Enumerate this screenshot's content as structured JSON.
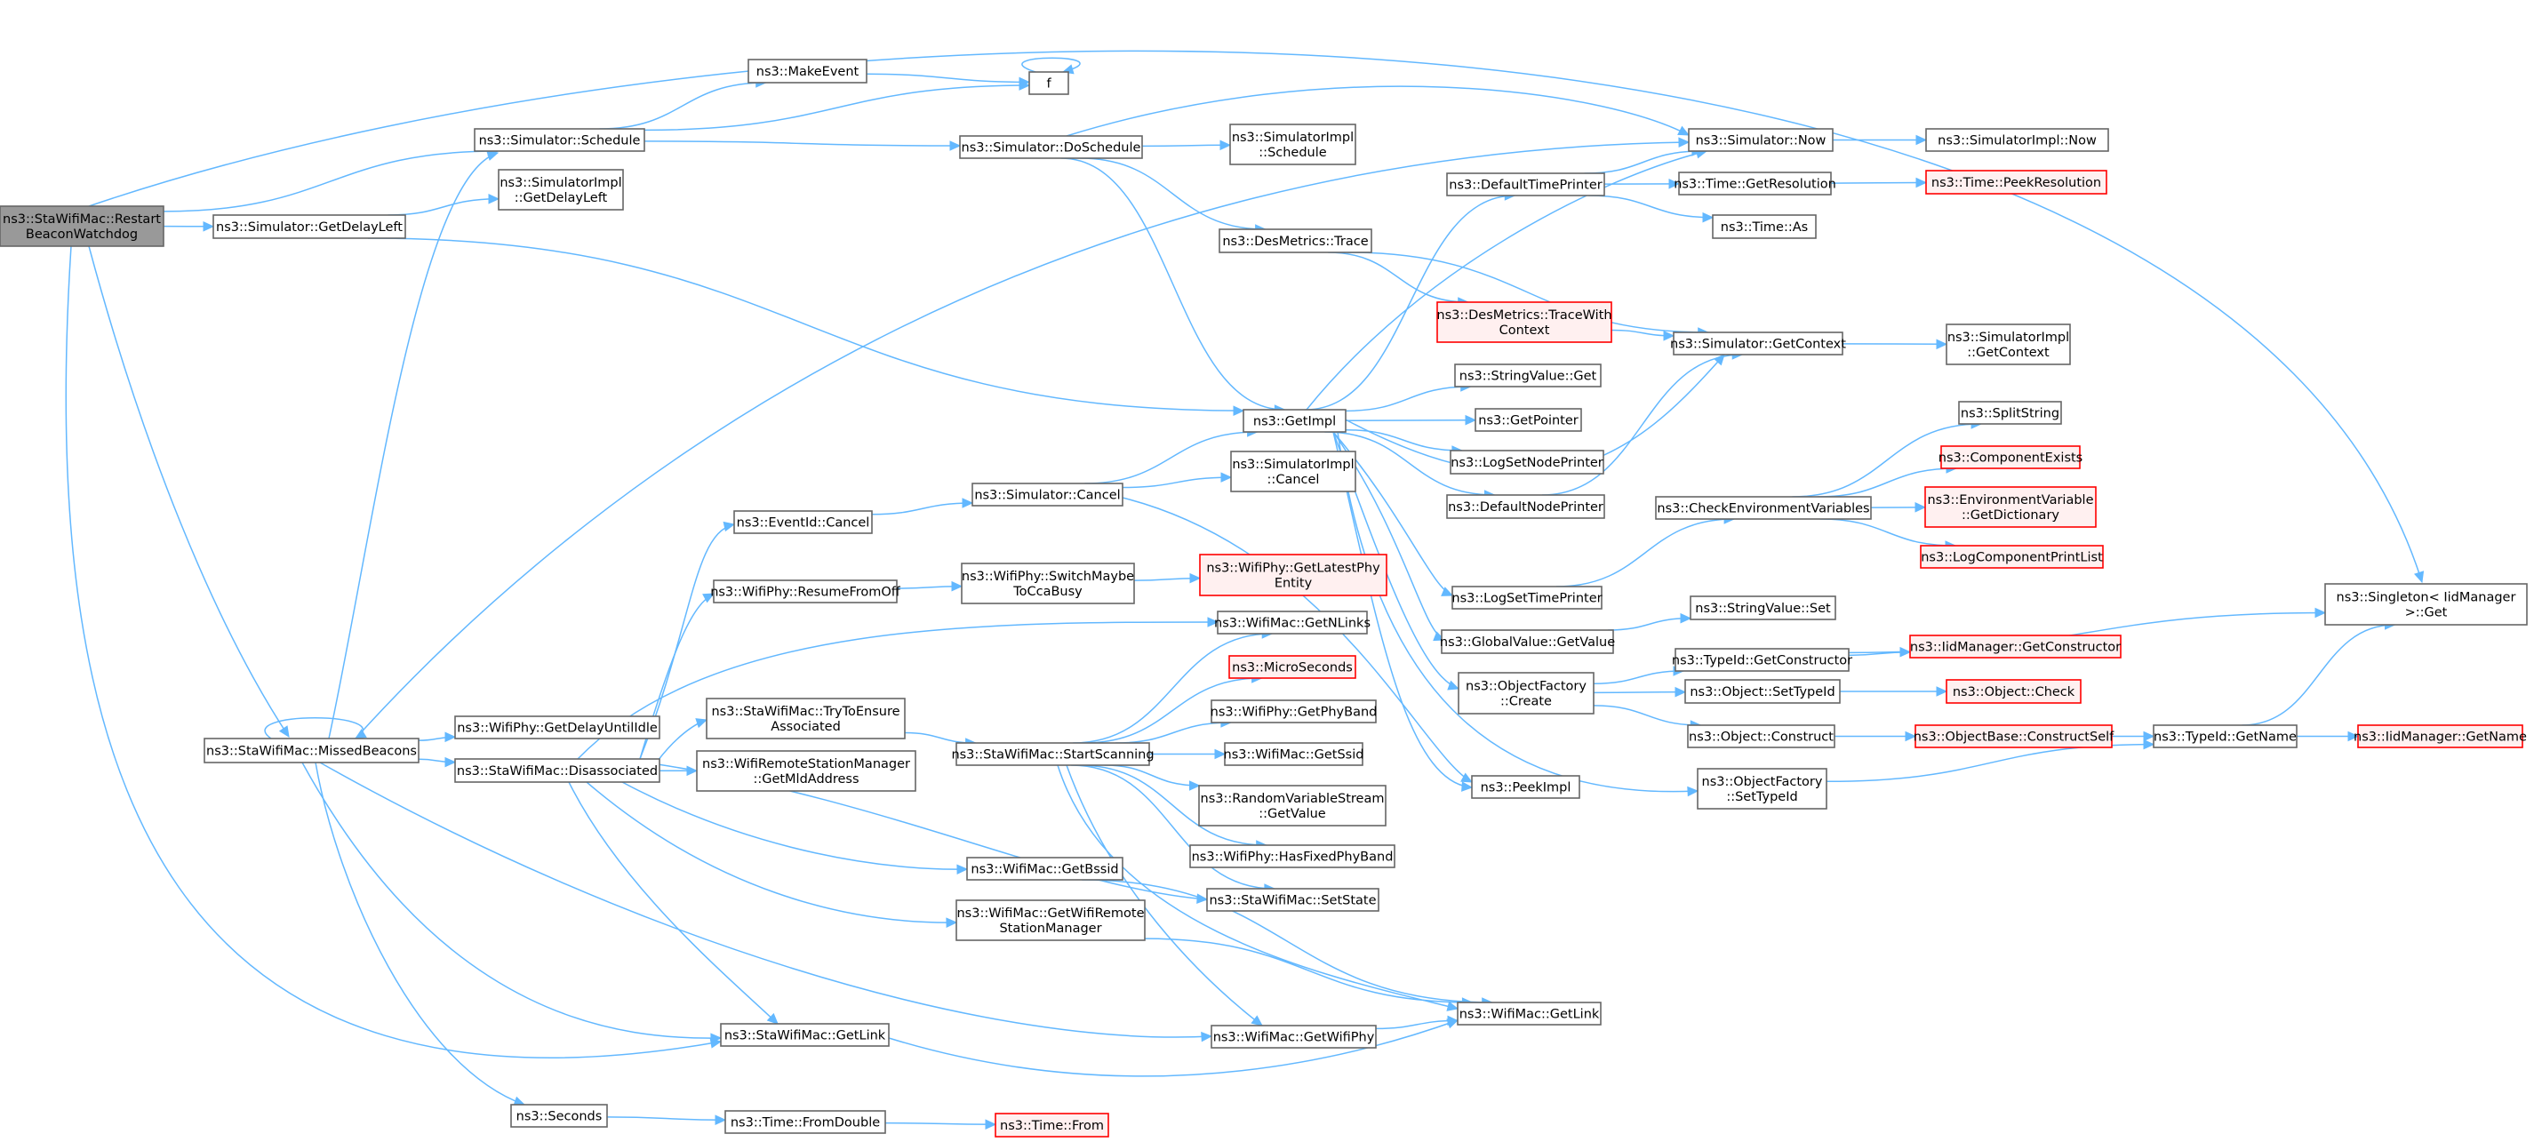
{
  "colors": {
    "edge": "#63b8ff",
    "root_fill": "#999999",
    "border": "#666666",
    "red_border": "#ff0000",
    "red_fill": "#fff0f0"
  },
  "nodes": [
    {
      "id": "root",
      "lines": [
        "ns3::StaWifiMac::Restart",
        "BeaconWatchdog"
      ],
      "style": "root"
    },
    {
      "id": "schedule",
      "lines": [
        "ns3::Simulator::Schedule"
      ],
      "style": "normal"
    },
    {
      "id": "getdelayleft",
      "lines": [
        "ns3::Simulator::GetDelayLeft"
      ],
      "style": "normal"
    },
    {
      "id": "missedbeacons",
      "lines": [
        "ns3::StaWifiMac::MissedBeacons"
      ],
      "style": "normal"
    },
    {
      "id": "getlink_sta",
      "lines": [
        "ns3::StaWifiMac::GetLink"
      ],
      "style": "normal"
    },
    {
      "id": "makeevent",
      "lines": [
        "ns3::MakeEvent"
      ],
      "style": "normal"
    },
    {
      "id": "f",
      "lines": [
        "f"
      ],
      "style": "normal"
    },
    {
      "id": "implgetdelayleft",
      "lines": [
        "ns3::SimulatorImpl",
        "::GetDelayLeft"
      ],
      "style": "normal"
    },
    {
      "id": "doschedule",
      "lines": [
        "ns3::Simulator::DoSchedule"
      ],
      "style": "normal"
    },
    {
      "id": "implschedule",
      "lines": [
        "ns3::SimulatorImpl",
        "::Schedule"
      ],
      "style": "normal"
    },
    {
      "id": "now",
      "lines": [
        "ns3::Simulator::Now"
      ],
      "style": "normal"
    },
    {
      "id": "implnow",
      "lines": [
        "ns3::SimulatorImpl::Now"
      ],
      "style": "normal"
    },
    {
      "id": "desmetrics",
      "lines": [
        "ns3::DesMetrics::Trace"
      ],
      "style": "normal"
    },
    {
      "id": "tracewithcontext",
      "lines": [
        "ns3::DesMetrics::TraceWith",
        "Context"
      ],
      "style": "red"
    },
    {
      "id": "getimpl",
      "lines": [
        "ns3::GetImpl"
      ],
      "style": "normal"
    },
    {
      "id": "defaulttimeprinter",
      "lines": [
        "ns3::DefaultTimePrinter"
      ],
      "style": "normal"
    },
    {
      "id": "getresolution",
      "lines": [
        "ns3::Time::GetResolution"
      ],
      "style": "normal"
    },
    {
      "id": "peekresolution",
      "lines": [
        "ns3::Time::PeekResolution"
      ],
      "style": "red"
    },
    {
      "id": "timeas",
      "lines": [
        "ns3::Time::As"
      ],
      "style": "normal"
    },
    {
      "id": "getcontext",
      "lines": [
        "ns3::Simulator::GetContext"
      ],
      "style": "normal"
    },
    {
      "id": "implgetcontext",
      "lines": [
        "ns3::SimulatorImpl",
        "::GetContext"
      ],
      "style": "normal"
    },
    {
      "id": "stringvalueget",
      "lines": [
        "ns3::StringValue::Get"
      ],
      "style": "normal"
    },
    {
      "id": "getpointer",
      "lines": [
        "ns3::GetPointer"
      ],
      "style": "normal"
    },
    {
      "id": "logsetnodeprinter",
      "lines": [
        "ns3::LogSetNodePrinter"
      ],
      "style": "normal"
    },
    {
      "id": "defaultnodeprinter",
      "lines": [
        "ns3::DefaultNodePrinter"
      ],
      "style": "normal"
    },
    {
      "id": "logsettimeprinter",
      "lines": [
        "ns3::LogSetTimePrinter"
      ],
      "style": "normal"
    },
    {
      "id": "globalvaluegetvalue",
      "lines": [
        "ns3::GlobalValue::GetValue"
      ],
      "style": "normal"
    },
    {
      "id": "objectfactorycreate",
      "lines": [
        "ns3::ObjectFactory",
        "::Create"
      ],
      "style": "normal"
    },
    {
      "id": "peekimpl",
      "lines": [
        "ns3::PeekImpl"
      ],
      "style": "normal"
    },
    {
      "id": "checkenv",
      "lines": [
        "ns3::CheckEnvironmentVariables"
      ],
      "style": "normal"
    },
    {
      "id": "splitstring",
      "lines": [
        "ns3::SplitString"
      ],
      "style": "normal"
    },
    {
      "id": "componentexists",
      "lines": [
        "ns3::ComponentExists"
      ],
      "style": "red"
    },
    {
      "id": "envgetdict",
      "lines": [
        "ns3::EnvironmentVariable",
        "::GetDictionary"
      ],
      "style": "red"
    },
    {
      "id": "logcomponentprintlist",
      "lines": [
        "ns3::LogComponentPrintList"
      ],
      "style": "red"
    },
    {
      "id": "stringvalueset",
      "lines": [
        "ns3::StringValue::Set"
      ],
      "style": "normal"
    },
    {
      "id": "typeidgetconstructor",
      "lines": [
        "ns3::TypeId::GetConstructor"
      ],
      "style": "normal"
    },
    {
      "id": "iidgetconstructor",
      "lines": [
        "ns3::IidManager::GetConstructor"
      ],
      "style": "red"
    },
    {
      "id": "objectsettypeid",
      "lines": [
        "ns3::Object::SetTypeId"
      ],
      "style": "normal"
    },
    {
      "id": "objectcheck",
      "lines": [
        "ns3::Object::Check"
      ],
      "style": "red"
    },
    {
      "id": "objectconstruct",
      "lines": [
        "ns3::Object::Construct"
      ],
      "style": "normal"
    },
    {
      "id": "constructself",
      "lines": [
        "ns3::ObjectBase::ConstructSelf"
      ],
      "style": "red"
    },
    {
      "id": "typeidgetname",
      "lines": [
        "ns3::TypeId::GetName"
      ],
      "style": "normal"
    },
    {
      "id": "iidgetname",
      "lines": [
        "ns3::IidManager::GetName"
      ],
      "style": "red"
    },
    {
      "id": "singleton",
      "lines": [
        "ns3::Singleton< IidManager",
        ">::Get"
      ],
      "style": "normal"
    },
    {
      "id": "ofsettypeid",
      "lines": [
        "ns3::ObjectFactory",
        "::SetTypeId"
      ],
      "style": "normal"
    },
    {
      "id": "eventidcancel",
      "lines": [
        "ns3::EventId::Cancel"
      ],
      "style": "normal"
    },
    {
      "id": "simcancel",
      "lines": [
        "ns3::Simulator::Cancel"
      ],
      "style": "normal"
    },
    {
      "id": "implcancel",
      "lines": [
        "ns3::SimulatorImpl",
        "::Cancel"
      ],
      "style": "normal"
    },
    {
      "id": "resumefromoff",
      "lines": [
        "ns3::WifiPhy::ResumeFromOff"
      ],
      "style": "normal"
    },
    {
      "id": "switchmaybe",
      "lines": [
        "ns3::WifiPhy::SwitchMaybe",
        "ToCcaBusy"
      ],
      "style": "normal"
    },
    {
      "id": "getlatestphy",
      "lines": [
        "ns3::WifiPhy::GetLatestPhy",
        "Entity"
      ],
      "style": "red"
    },
    {
      "id": "getnlinks",
      "lines": [
        "ns3::WifiMac::GetNLinks"
      ],
      "style": "normal"
    },
    {
      "id": "microseconds",
      "lines": [
        "ns3::MicroSeconds"
      ],
      "style": "red"
    },
    {
      "id": "getdelayuntilidle",
      "lines": [
        "ns3::WifiPhy::GetDelayUntilIdle"
      ],
      "style": "normal"
    },
    {
      "id": "disassociated",
      "lines": [
        "ns3::StaWifiMac::Disassociated"
      ],
      "style": "normal"
    },
    {
      "id": "trytoensure",
      "lines": [
        "ns3::StaWifiMac::TryToEnsure",
        "Associated"
      ],
      "style": "normal"
    },
    {
      "id": "startscanning",
      "lines": [
        "ns3::StaWifiMac::StartScanning"
      ],
      "style": "normal"
    },
    {
      "id": "getphyband",
      "lines": [
        "ns3::WifiPhy::GetPhyBand"
      ],
      "style": "normal"
    },
    {
      "id": "getssid",
      "lines": [
        "ns3::WifiMac::GetSsid"
      ],
      "style": "normal"
    },
    {
      "id": "getmldaddress",
      "lines": [
        "ns3::WifiRemoteStationManager",
        "::GetMldAddress"
      ],
      "style": "normal"
    },
    {
      "id": "rvsgetvalue",
      "lines": [
        "ns3::RandomVariableStream",
        "::GetValue"
      ],
      "style": "normal"
    },
    {
      "id": "hasfixedphyband",
      "lines": [
        "ns3::WifiPhy::HasFixedPhyBand"
      ],
      "style": "normal"
    },
    {
      "id": "getbssid",
      "lines": [
        "ns3::WifiMac::GetBssid"
      ],
      "style": "normal"
    },
    {
      "id": "setstate",
      "lines": [
        "ns3::StaWifiMac::SetState"
      ],
      "style": "normal"
    },
    {
      "id": "getremotestationmgr",
      "lines": [
        "ns3::WifiMac::GetWifiRemote",
        "StationManager"
      ],
      "style": "normal"
    },
    {
      "id": "getwifiphy",
      "lines": [
        "ns3::WifiMac::GetWifiPhy"
      ],
      "style": "normal"
    },
    {
      "id": "getlink_wifi",
      "lines": [
        "ns3::WifiMac::GetLink"
      ],
      "style": "normal"
    },
    {
      "id": "seconds",
      "lines": [
        "ns3::Seconds"
      ],
      "style": "normal"
    },
    {
      "id": "fromdouble",
      "lines": [
        "ns3::Time::FromDouble"
      ],
      "style": "normal"
    },
    {
      "id": "timefrom",
      "lines": [
        "ns3::Time::From"
      ],
      "style": "red"
    }
  ],
  "edges": [
    [
      "root",
      "schedule"
    ],
    [
      "root",
      "getdelayleft"
    ],
    [
      "root",
      "missedbeacons"
    ],
    [
      "root",
      "getlink_sta"
    ],
    [
      "root",
      "singleton"
    ],
    [
      "schedule",
      "makeevent"
    ],
    [
      "schedule",
      "f"
    ],
    [
      "schedule",
      "doschedule"
    ],
    [
      "makeevent",
      "f"
    ],
    [
      "f",
      "f"
    ],
    [
      "getdelayleft",
      "implgetdelayleft"
    ],
    [
      "getdelayleft",
      "getimpl"
    ],
    [
      "doschedule",
      "now"
    ],
    [
      "doschedule",
      "implschedule"
    ],
    [
      "doschedule",
      "desmetrics"
    ],
    [
      "doschedule",
      "getimpl"
    ],
    [
      "now",
      "implnow"
    ],
    [
      "desmetrics",
      "tracewithcontext"
    ],
    [
      "desmetrics",
      "getcontext"
    ],
    [
      "tracewithcontext",
      "getcontext"
    ],
    [
      "getcontext",
      "implgetcontext"
    ],
    [
      "getimpl",
      "defaulttimeprinter"
    ],
    [
      "getimpl",
      "now"
    ],
    [
      "getimpl",
      "stringvalueget"
    ],
    [
      "getimpl",
      "getpointer"
    ],
    [
      "getimpl",
      "logsetnodeprinter"
    ],
    [
      "getimpl",
      "defaultnodeprinter"
    ],
    [
      "getimpl",
      "logsettimeprinter"
    ],
    [
      "getimpl",
      "globalvaluegetvalue"
    ],
    [
      "getimpl",
      "objectfactorycreate"
    ],
    [
      "getimpl",
      "peekimpl"
    ],
    [
      "getimpl",
      "ofsettypeid"
    ],
    [
      "getimpl",
      "getcontext"
    ],
    [
      "defaulttimeprinter",
      "now"
    ],
    [
      "defaulttimeprinter",
      "getresolution"
    ],
    [
      "defaulttimeprinter",
      "timeas"
    ],
    [
      "getresolution",
      "peekresolution"
    ],
    [
      "defaultnodeprinter",
      "getcontext"
    ],
    [
      "logsettimeprinter",
      "checkenv"
    ],
    [
      "checkenv",
      "splitstring"
    ],
    [
      "checkenv",
      "componentexists"
    ],
    [
      "checkenv",
      "envgetdict"
    ],
    [
      "checkenv",
      "logcomponentprintlist"
    ],
    [
      "globalvaluegetvalue",
      "stringvalueset"
    ],
    [
      "objectfactorycreate",
      "typeidgetconstructor"
    ],
    [
      "objectfactorycreate",
      "objectsettypeid"
    ],
    [
      "objectfactorycreate",
      "objectconstruct"
    ],
    [
      "typeidgetconstructor",
      "iidgetconstructor"
    ],
    [
      "typeidgetconstructor",
      "singleton"
    ],
    [
      "objectsettypeid",
      "objectcheck"
    ],
    [
      "objectconstruct",
      "constructself"
    ],
    [
      "constructself",
      "typeidgetname"
    ],
    [
      "typeidgetname",
      "iidgetname"
    ],
    [
      "typeidgetname",
      "singleton"
    ],
    [
      "ofsettypeid",
      "typeidgetname"
    ],
    [
      "missedbeacons",
      "missedbeacons"
    ],
    [
      "missedbeacons",
      "schedule"
    ],
    [
      "missedbeacons",
      "now"
    ],
    [
      "missedbeacons",
      "getdelayuntilidle"
    ],
    [
      "missedbeacons",
      "disassociated"
    ],
    [
      "missedbeacons",
      "getlink_sta"
    ],
    [
      "missedbeacons",
      "getwifiphy"
    ],
    [
      "missedbeacons",
      "seconds"
    ],
    [
      "disassociated",
      "eventidcancel"
    ],
    [
      "disassociated",
      "resumefromoff"
    ],
    [
      "disassociated",
      "getnlinks"
    ],
    [
      "disassociated",
      "trytoensure"
    ],
    [
      "disassociated",
      "getmldaddress"
    ],
    [
      "disassociated",
      "getbssid"
    ],
    [
      "disassociated",
      "getremotestationmgr"
    ],
    [
      "disassociated",
      "setstate"
    ],
    [
      "disassociated",
      "getlink_sta"
    ],
    [
      "eventidcancel",
      "simcancel"
    ],
    [
      "simcancel",
      "getimpl"
    ],
    [
      "simcancel",
      "implcancel"
    ],
    [
      "simcancel",
      "peekimpl"
    ],
    [
      "resumefromoff",
      "switchmaybe"
    ],
    [
      "switchmaybe",
      "getlatestphy"
    ],
    [
      "trytoensure",
      "startscanning"
    ],
    [
      "startscanning",
      "getnlinks"
    ],
    [
      "startscanning",
      "microseconds"
    ],
    [
      "startscanning",
      "getphyband"
    ],
    [
      "startscanning",
      "getssid"
    ],
    [
      "startscanning",
      "rvsgetvalue"
    ],
    [
      "startscanning",
      "hasfixedphyband"
    ],
    [
      "startscanning",
      "setstate"
    ],
    [
      "startscanning",
      "getwifiphy"
    ],
    [
      "startscanning",
      "getlink_wifi"
    ],
    [
      "getbssid",
      "getlink_wifi"
    ],
    [
      "getremotestationmgr",
      "getlink_wifi"
    ],
    [
      "getwifiphy",
      "getlink_wifi"
    ],
    [
      "getlink_sta",
      "getlink_wifi"
    ],
    [
      "seconds",
      "fromdouble"
    ],
    [
      "fromdouble",
      "timefrom"
    ]
  ]
}
